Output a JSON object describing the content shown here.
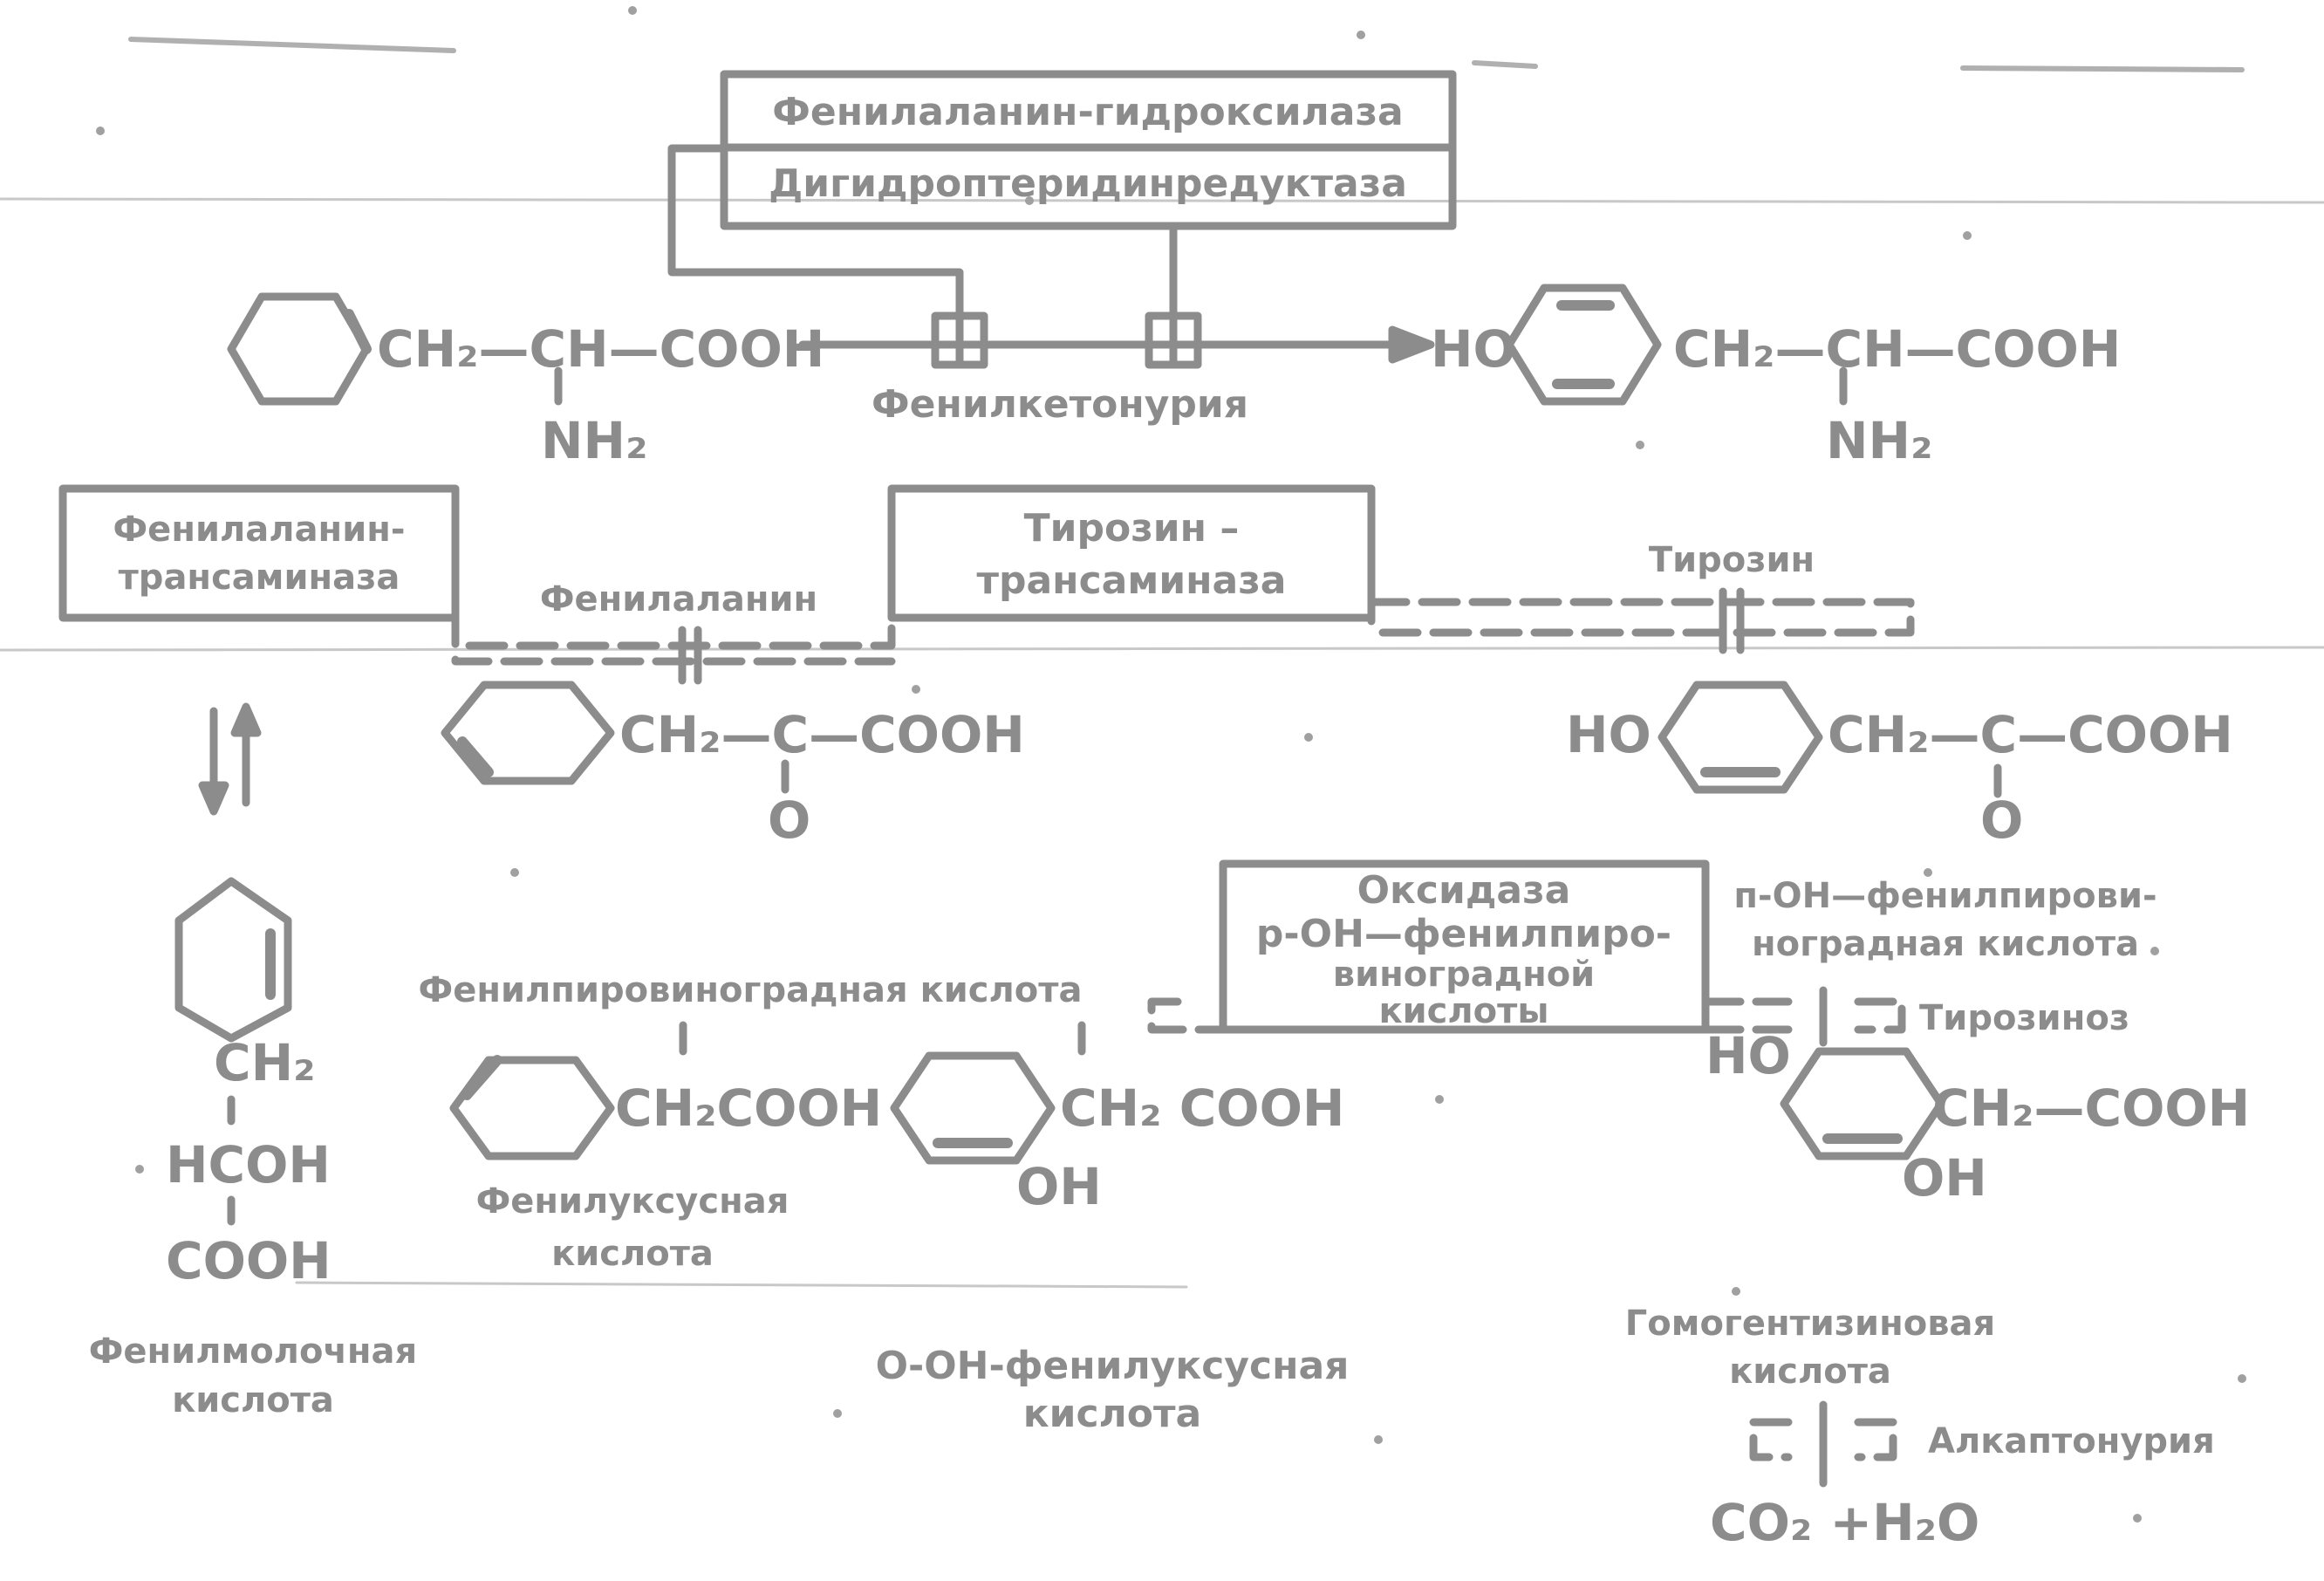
{
  "colors": {
    "ink": "#8c8c8c",
    "background": "#ffffff",
    "noise": "#b0b0b0"
  },
  "enzymes": {
    "phe_hydroxylase": "Фенилаланин-гидроксилаза",
    "dhpr": "Дигидроптеридинредуктаза",
    "phe_transaminase_1": "Фенилаланин-",
    "phe_transaminase_2": "трансаминаза",
    "tyr_transaminase_1": "Тирозин –",
    "tyr_transaminase_2": "трансаминаза",
    "oxidase_1": "Оксидаза",
    "oxidase_2": "р-ОН—фенилпиро-",
    "oxidase_3": "виноградной",
    "oxidase_4": "кислоты"
  },
  "blocks": {
    "phenylketonuria": "Фенилкетонурия",
    "phenylalanine": "Фенилаланин",
    "tyrosine": "Тирозин",
    "tyrosinosis": "Тирозиноз",
    "alkaptonuria": "Алкаптонурия"
  },
  "formulas": {
    "phe_chain": "CH₂—CH—COOH",
    "phe_nh2": "NH₂",
    "tyr_ho": "HO",
    "tyr_chain": "CH₂—CH—COOH",
    "tyr_nh2": "NH₂",
    "ppa_chain": "CH₂—C—COOH",
    "ppa_o": "O",
    "hppa_ho": "HO",
    "hppa_chain": "CH₂—C—COOH",
    "hppa_o": "O",
    "pla_ch2": "CH₂",
    "pla_hcoh": "HCOH",
    "pla_cooh": "COOH",
    "paa_chain": "CH₂COOH",
    "ohpaa_chain": "CH₂ COOH",
    "ohpaa_oh": "OH",
    "hga_ho": "HO",
    "hga_chain": "CH₂—COOH",
    "hga_oh": "OH",
    "co2_h2o": "CO₂ +H₂O"
  },
  "compounds": {
    "phenylpyruvic": "Фенилпировиноградная кислота",
    "hppa_1": "п-ОН—фенилпирови-",
    "hppa_2": "ноградная кислота",
    "phenylacetic_1": "Фенилуксусная",
    "phenylacetic_2": "кислота",
    "phenyllactic_1": "Фенилмолочная",
    "phenyllactic_2": "кислота",
    "ohpaa_1": "О-ОН-фенилуксусная",
    "ohpaa_2": "кислота",
    "homogentisic_1": "Гомогентизиновая",
    "homogentisic_2": "кислота"
  }
}
